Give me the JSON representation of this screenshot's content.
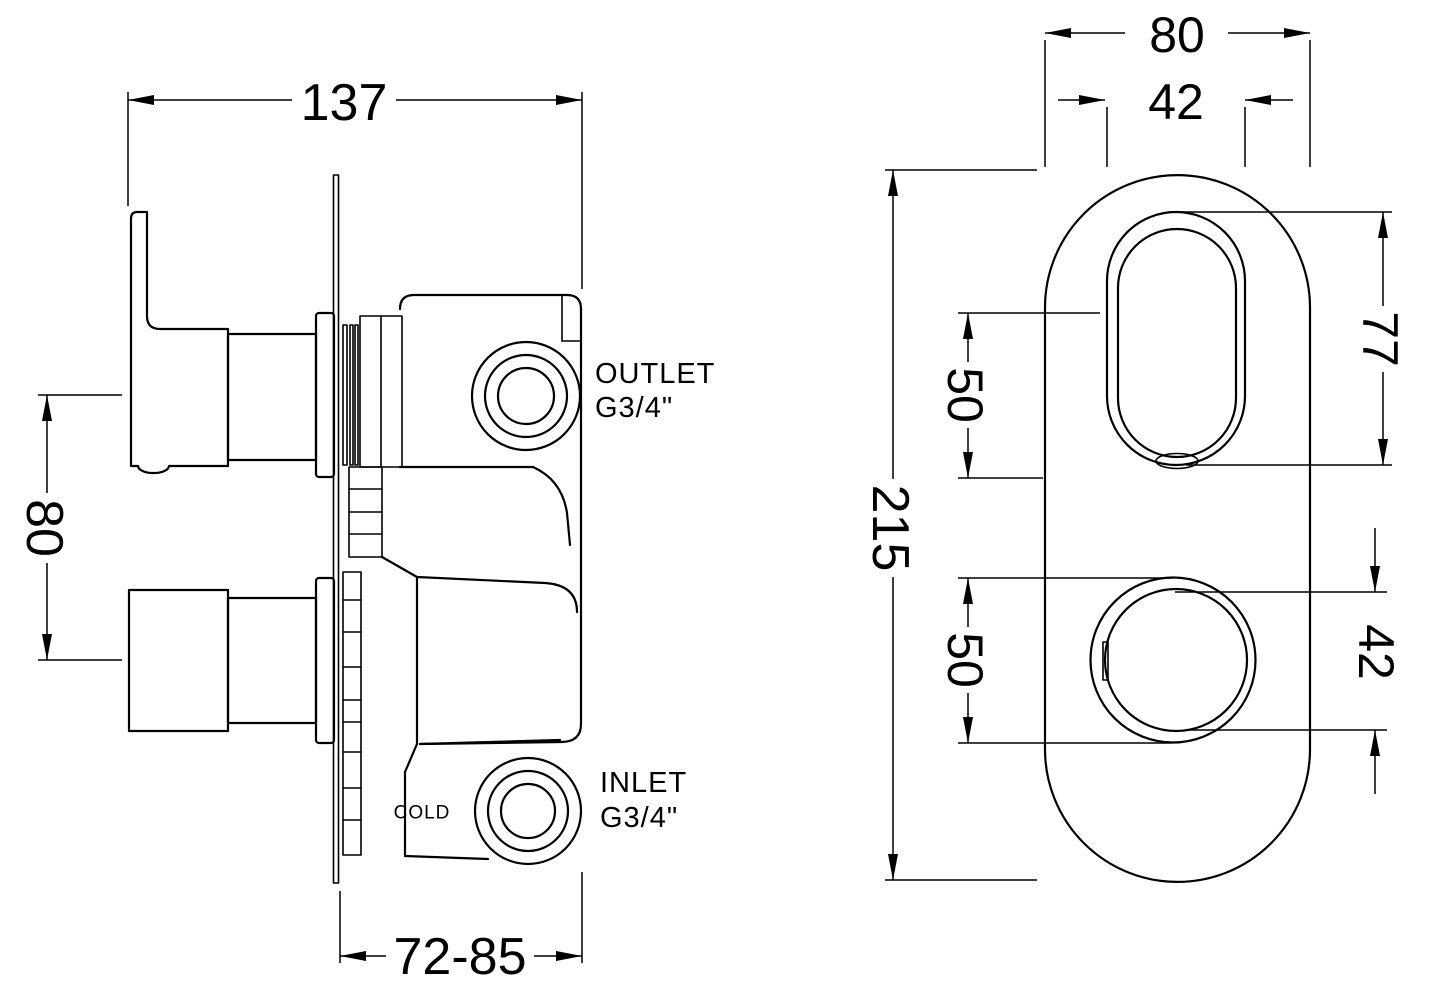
{
  "colors": {
    "line": "#000000",
    "background": "#ffffff"
  },
  "side_view": {
    "dims": {
      "overall_depth": "137",
      "control_spacing": "80",
      "install_depth": "72-85"
    },
    "labels": {
      "outlet_line1": "OUTLET",
      "outlet_line2": "G3/4\"",
      "inlet_line1": "INLET",
      "inlet_line2": "G3/4\"",
      "cold": "COLD"
    }
  },
  "front_view": {
    "dims": {
      "plate_width": "80",
      "opening_width": "42",
      "plate_height": "215",
      "upper_spacing": "50",
      "lower_spacing": "50",
      "opening_height": "77",
      "knob_diameter": "42"
    }
  }
}
